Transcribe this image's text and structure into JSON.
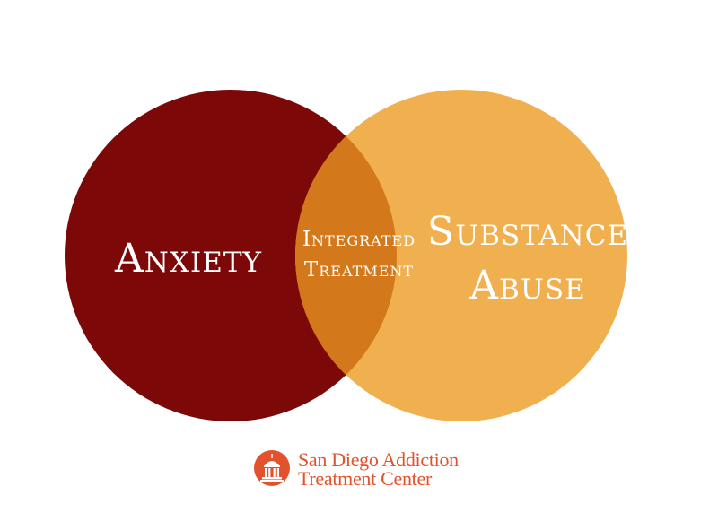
{
  "diagram": {
    "left_circle": {
      "label": "Anxiety",
      "color": "#7c0808"
    },
    "right_circle": {
      "label_lines": [
        "Substance",
        "Abuse"
      ],
      "color": "#f0b050"
    },
    "overlap": {
      "label_lines": [
        "Integrated",
        "Treatment"
      ],
      "color": "#d4791b"
    }
  },
  "logo": {
    "line1": "San Diego Addiction",
    "line2": "Treatment Center",
    "color": "#e2532d",
    "icon": "building-dome-icon"
  }
}
